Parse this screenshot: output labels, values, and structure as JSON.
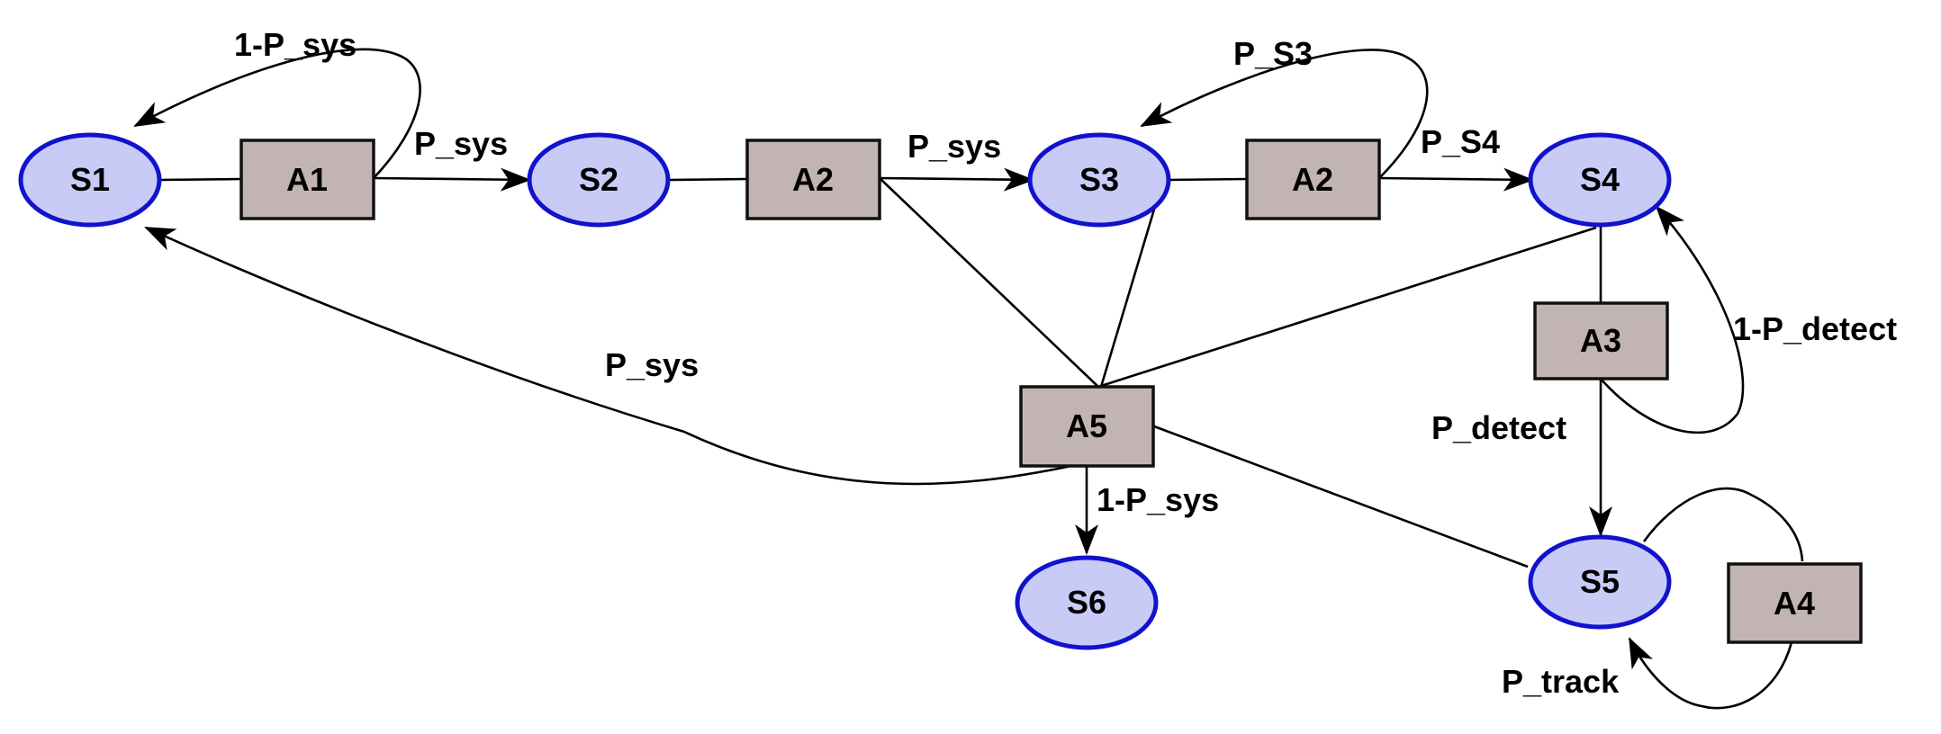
{
  "states": {
    "s1": "S1",
    "s2": "S2",
    "s3": "S3",
    "s4": "S4",
    "s5": "S5",
    "s6": "S6"
  },
  "actions": {
    "a1": "A1",
    "a2_left": "A2",
    "a2_right": "A2",
    "a3": "A3",
    "a4": "A4",
    "a5": "A5"
  },
  "edge_labels": {
    "a1_self_loop": "1-P_sys",
    "a1_to_s2": "P_sys",
    "a2_to_s3": "P_sys",
    "a2_self_loop": "P_S3",
    "a2_to_s4": "P_S4",
    "a5_to_s1": "P_sys",
    "a5_to_s6": "1-P_sys",
    "a3_to_s5": "P_detect",
    "a3_to_s4": "1-P_detect",
    "a4_to_s5": "P_track"
  },
  "colors": {
    "state_fill": "#c9cbf7",
    "state_border": "#1212cc",
    "action_fill": "#c2b4b2",
    "action_border": "#111111"
  }
}
